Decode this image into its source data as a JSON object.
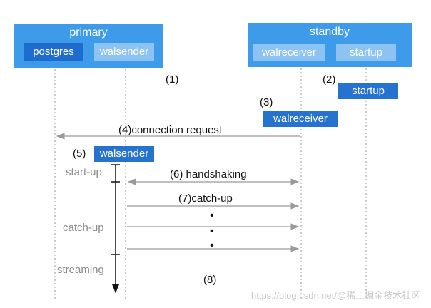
{
  "primary": {
    "title": "primary",
    "procs": [
      "postgres",
      "walsender"
    ]
  },
  "standby": {
    "title": "standby",
    "procs": [
      "walreceiver",
      "startup"
    ]
  },
  "steps": {
    "s1": "(1)",
    "s2": "(2)",
    "s2_proc": "startup",
    "s3": "(3)",
    "s3_proc": "walreceiver",
    "s4": "(4)connection request",
    "s5": "(5)",
    "s5_proc": "walsender",
    "s6": "(6) handshaking",
    "s7": "(7)catch-up",
    "s8": "(8)"
  },
  "phases": [
    "start-up",
    "catch-up",
    "streaming"
  ],
  "ellipsis": [
    "•",
    "•",
    "•"
  ],
  "watermark": "https://blog.csdn.net/@稀土掘金技术社区",
  "colors": {
    "host": "#3d9be9",
    "proc_dark": "#1f6ccf",
    "proc_light": "#8cc3f2",
    "arrow": "#9a9a9a",
    "lifeline": "#999999",
    "timeline": "#111111"
  }
}
